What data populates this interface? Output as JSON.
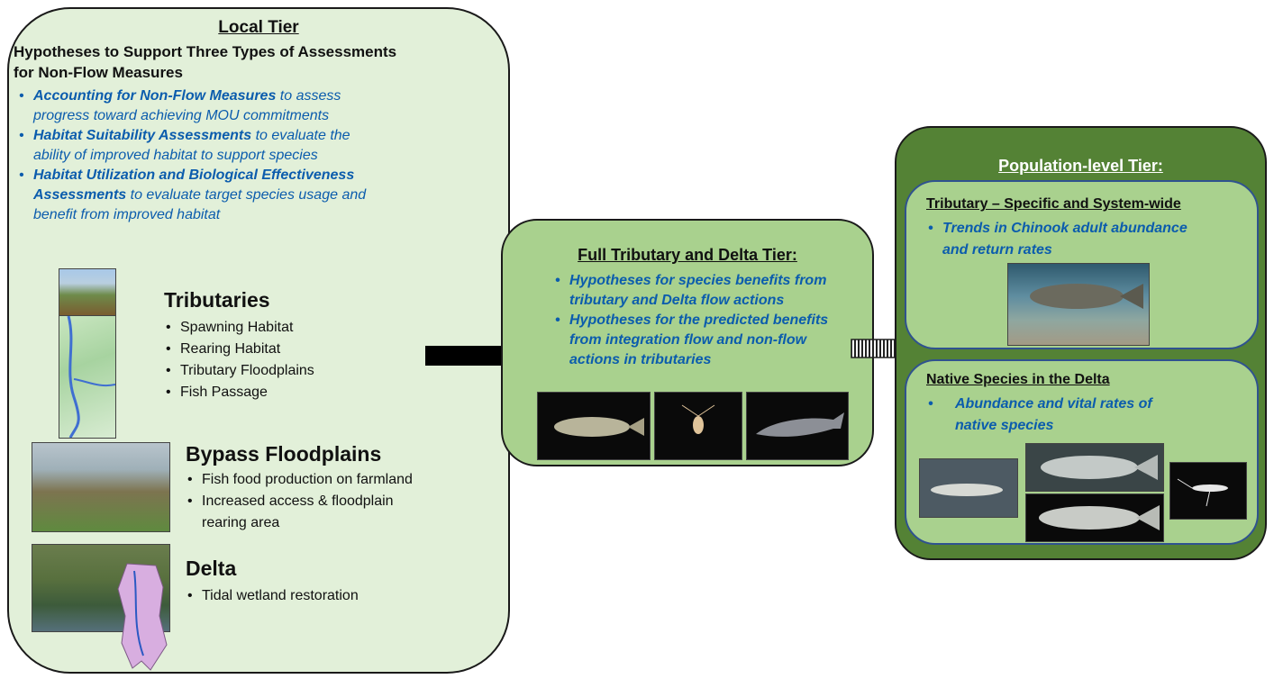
{
  "local_tier": {
    "title": "Local Tier",
    "subtitle_line1": "Hypotheses to Support Three Types of Assessments",
    "subtitle_line2": "for Non-Flow Measures",
    "bullets": [
      {
        "lines": [
          [
            {
              "t": "Accounting for Non-Flow Measures",
              "b": true
            },
            {
              "t": " to assess",
              "b": false
            }
          ],
          [
            {
              "t": "progress toward achieving MOU commitments",
              "b": false
            }
          ]
        ]
      },
      {
        "lines": [
          [
            {
              "t": "Habitat Suitability Assessments",
              "b": true
            },
            {
              "t": " to evaluate the",
              "b": false
            }
          ],
          [
            {
              "t": "ability of improved habitat to support species",
              "b": false
            }
          ]
        ]
      },
      {
        "lines": [
          [
            {
              "t": "Habitat Utilization and Biological Effectiveness",
              "b": true
            }
          ],
          [
            {
              "t": "Assessments",
              "b": true
            },
            {
              "t": " to evaluate target species usage and",
              "b": false
            }
          ],
          [
            {
              "t": "benefit from improved habitat",
              "b": false
            }
          ]
        ]
      }
    ],
    "sections": {
      "tributaries": {
        "heading": "Tributaries",
        "items": [
          "Spawning Habitat",
          "Rearing Habitat",
          "Tributary Floodplains",
          "Fish Passage"
        ]
      },
      "bypass": {
        "heading": "Bypass Floodplains",
        "items": [
          "Fish food production on farmland",
          "Increased access & floodplain",
          "rearing area"
        ]
      },
      "delta": {
        "heading": "Delta",
        "items": [
          "Tidal wetland restoration"
        ]
      }
    }
  },
  "full_tier": {
    "title": "Full Tributary and Delta Tier:",
    "bullets": [
      [
        "Hypotheses for species benefits from",
        "tributary and Delta flow actions"
      ],
      [
        "Hypotheses for the predicted benefits",
        "from integration flow and non-flow",
        "actions in tributaries"
      ]
    ]
  },
  "population_tier": {
    "title": "Population-level Tier:",
    "tributary": {
      "title": "Tributary – Specific and System-wide",
      "bullet": [
        "Trends in Chinook adult abundance",
        "and return rates"
      ]
    },
    "native": {
      "title": "Native Species in the Delta",
      "bullet": [
        "Abundance and vital rates of",
        "native species"
      ]
    }
  },
  "icons": {
    "bullet": "•"
  },
  "colors": {
    "local_fill": "#e2f0d9",
    "full_fill": "#a9d18e",
    "pop_fill": "#548235",
    "bullet_text": "#0b5cad"
  }
}
